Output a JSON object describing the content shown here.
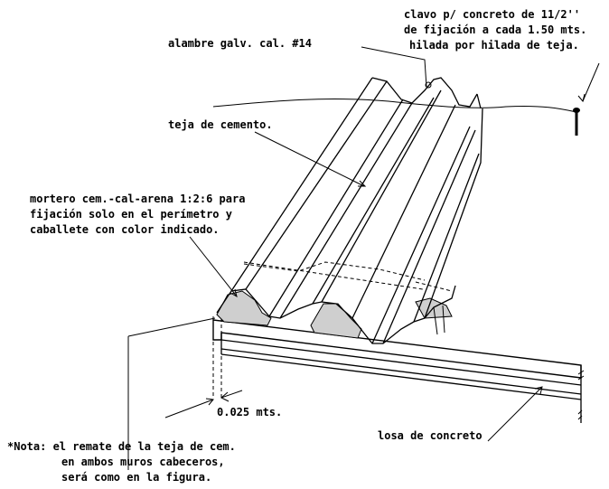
{
  "labels": {
    "nail": [
      "clavo p/ concreto de 11/2''",
      "de fijación a cada 1.50 mts.",
      "hilada por hilada de teja."
    ],
    "wire": "alambre galv. cal. #14",
    "tile": "teja de cemento.",
    "mortar": [
      "mortero cem.-cal-arena 1:2:6 para",
      "fijación solo en el perímetro y",
      "caballete con color indicado."
    ],
    "dimension": "0.025 mts.",
    "slab": "losa de concreto",
    "note": [
      "*Nota: el remate de la teja de cem.",
      "en ambos muros cabeceros,",
      "será como en la figura."
    ]
  },
  "colors": {
    "line": "#000000",
    "mortar_fill": "#cfcfcf",
    "background": "#ffffff"
  }
}
